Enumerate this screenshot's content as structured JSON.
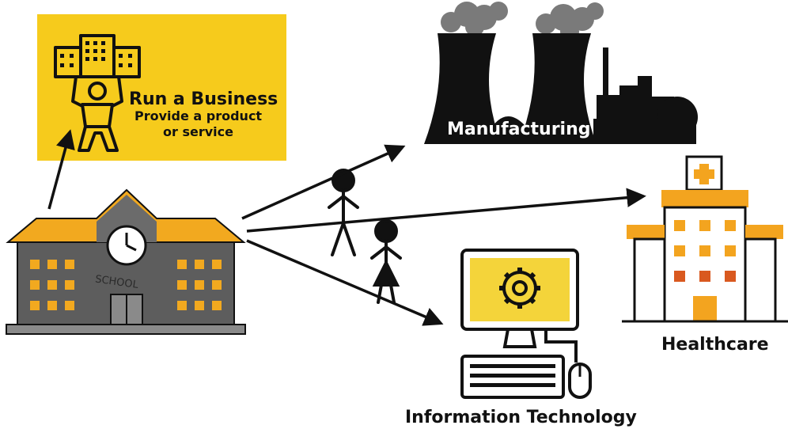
{
  "colors": {
    "accent_yellow": "#f6cb1c",
    "school_roof": "#f2a91f",
    "school_wall": "#5d5d5d",
    "factory": "#111111",
    "smoke": "#7a7a7a",
    "hospital_orange": "#f3a41f",
    "monitor_screen": "#f4d43a"
  },
  "school": {
    "sign": "SCHOOL"
  },
  "business": {
    "title": "Run a Business",
    "line1": "Provide a product",
    "line2": "or service"
  },
  "manufacturing": {
    "label": "Manufacturing"
  },
  "healthcare": {
    "label": "Healthcare"
  },
  "it": {
    "label": "Information Technology"
  },
  "icons": [
    "business-person-icon",
    "factory-icon",
    "hospital-icon",
    "computer-icon",
    "school-icon",
    "students-icon"
  ]
}
